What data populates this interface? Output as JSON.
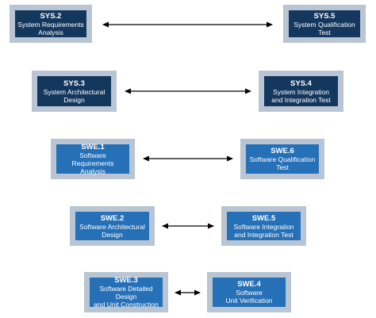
{
  "boxes": {
    "sys2": {
      "code": "SYS.2",
      "line1": "System Requirements",
      "line2": "Analysis"
    },
    "sys5": {
      "code": "SYS.5",
      "line1": "System Qualification",
      "line2": "Test"
    },
    "sys3": {
      "code": "SYS.3",
      "line1": "System Architectural",
      "line2": "Design"
    },
    "sys4": {
      "code": "SYS.4",
      "line1": "System Integration",
      "line2": "and Integration Test"
    },
    "swe1": {
      "code": "SWE.1",
      "line1": "Software Requirements",
      "line2": "Analysis"
    },
    "swe6": {
      "code": "SWE.6",
      "line1": "Software Qualification",
      "line2": "Test"
    },
    "swe2": {
      "code": "SWE.2",
      "line1": "Software Architectural",
      "line2": "Design"
    },
    "swe5": {
      "code": "SWE.5",
      "line1": "Software Integration",
      "line2": "and Integration Test"
    },
    "swe3": {
      "code": "SWE.3",
      "line1": "Software Detailed Design",
      "line2": "and Unit Construction"
    },
    "swe4": {
      "code": "SWE.4",
      "line1": "Software",
      "line2": "Unit Verification"
    }
  },
  "colors": {
    "system_box": "#14375e",
    "software_box": "#2670b7",
    "box_border": "#b9c5d3",
    "arrow": "#000000"
  }
}
